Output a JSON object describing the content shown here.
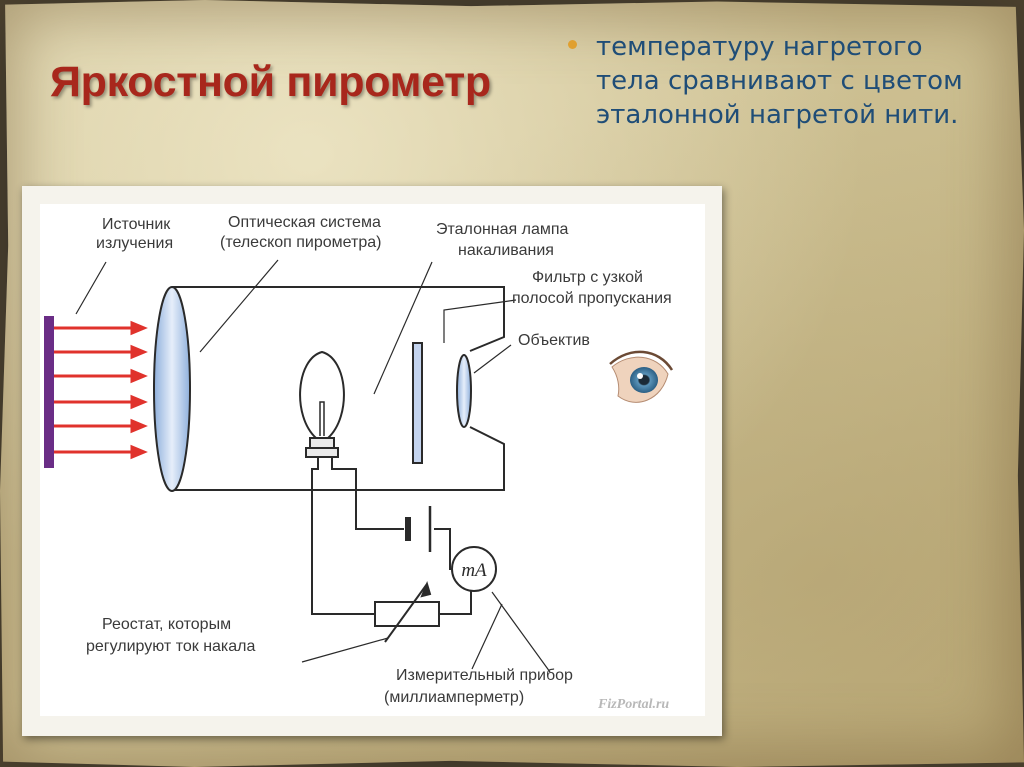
{
  "slide": {
    "title": "Яркостной пирометр",
    "bullet": "температуру нагретого тела сравнивают  с цветом эталонной нагретой нити."
  },
  "diagram": {
    "labels": {
      "source_line1": "Источник",
      "source_line2": "излучения",
      "optics_line1": "Оптическая система",
      "optics_line2": "(телескоп пирометра)",
      "lamp_line1": "Эталонная лампа",
      "lamp_line2": "накаливания",
      "filter_line1": "Фильтр с узкой",
      "filter_line2": "полосой пропускания",
      "lens": "Объектив",
      "rheostat_line1": "Реостат, которым",
      "rheostat_line2": "регулируют ток накала",
      "meter_line1": "Измерительный прибор",
      "meter_line2": "(миллиамперметр)",
      "meter_symbol": "mA",
      "watermark": "FizPortal.ru"
    },
    "colors": {
      "title": "#a8271c",
      "bullet_text": "#1f4d77",
      "bullet_marker": "#e0a030",
      "source_bar": "#6a2d86",
      "rays": "#e0322c",
      "lens_fill": "#bcd1ec",
      "lines": "#2a2a2a"
    },
    "icons": [
      "eye-icon"
    ]
  }
}
